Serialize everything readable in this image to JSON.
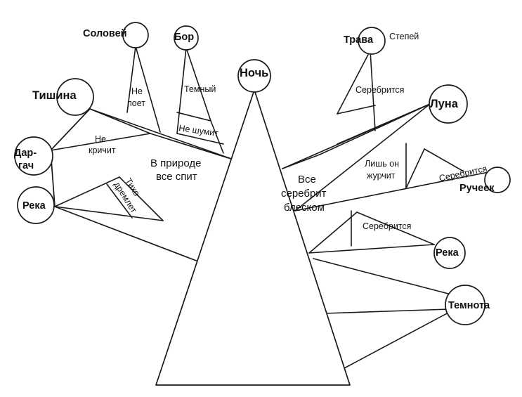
{
  "center": {
    "label": "Ночь"
  },
  "left": {
    "block": [
      "В природе",
      "все спит"
    ],
    "nodes": {
      "solovey": "Соловей",
      "bor": "Бор",
      "tishina": "Тишина",
      "dergach": [
        "Дар-",
        "гач"
      ],
      "reka": "Река"
    },
    "edges": {
      "ne_poet": [
        "Не",
        "поет"
      ],
      "temny": "Темный",
      "ne_shumit": "Не шумит",
      "ne_krichit": [
        "Не",
        "кричит"
      ],
      "tiho_dremlet": [
        "Тихо",
        "дремлет"
      ]
    }
  },
  "right": {
    "block": [
      "Все",
      "серебрит",
      "блеском"
    ],
    "nodes": {
      "trava": "Трава",
      "luna": "Луна",
      "rucheek": "Ручеек",
      "reka": "Река",
      "temnota": "Темнота"
    },
    "edges": {
      "stepey": "Степей",
      "serebritsya_1": "Серебрится",
      "lish_on_zhurchit": [
        "Лишь он",
        "журчит"
      ],
      "serebritsya_2": "Серебрится",
      "serebritsya_3": "Серебрится"
    }
  }
}
